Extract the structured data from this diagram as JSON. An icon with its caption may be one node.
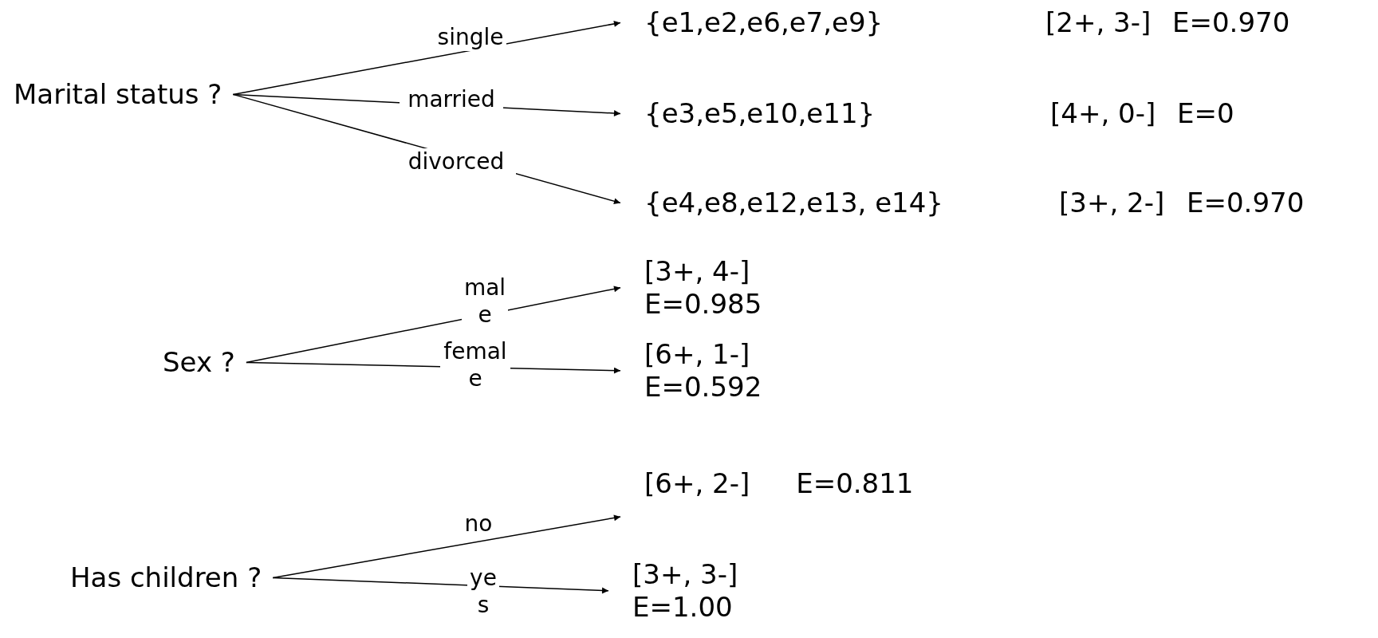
{
  "diagram": {
    "nodes": [
      {
        "text": [
          "Marital status ?"
        ]
      },
      {
        "text": [
          "{e1,e2,e6,e7,e9}"
        ],
        "beside": [
          "[2+, 3-]",
          "E=0.970"
        ]
      },
      {
        "text": [
          "{e3,e5,e10,e11}"
        ],
        "beside": [
          "[4+, 0-]",
          "E=0"
        ]
      },
      {
        "text": [
          "{e4,e8,e12,e13, e14}"
        ],
        "beside": [
          "[3+, 2-]",
          "E=0.970"
        ]
      },
      {
        "text": [
          "Sex ?"
        ]
      },
      {
        "text": [
          "[3+, 4-] E=0.985"
        ]
      },
      {
        "text": [
          "[6+, 1-] E=0.592"
        ]
      },
      {
        "text": [
          "Has children ?"
        ]
      },
      {
        "text": [
          "[6+, 2-]",
          "E=0.811"
        ]
      },
      {
        "text": [
          "[3+, 3-] E=1.00"
        ]
      }
    ],
    "edges": [
      {
        "from": 0,
        "to": 1,
        "arrow": "to",
        "label": "single"
      },
      {
        "from": 0,
        "to": 2,
        "arrow": "to",
        "label": "married"
      },
      {
        "from": 0,
        "to": 3,
        "arrow": "to",
        "label": "divorced"
      },
      {
        "from": 4,
        "to": 5,
        "arrow": "to",
        "label": "male"
      },
      {
        "from": 4,
        "to": 6,
        "arrow": "to",
        "label": "female"
      },
      {
        "from": 7,
        "to": 8,
        "arrow": "to",
        "label": "no"
      },
      {
        "from": 7,
        "to": 9,
        "arrow": "to",
        "label": "yes"
      }
    ]
  }
}
